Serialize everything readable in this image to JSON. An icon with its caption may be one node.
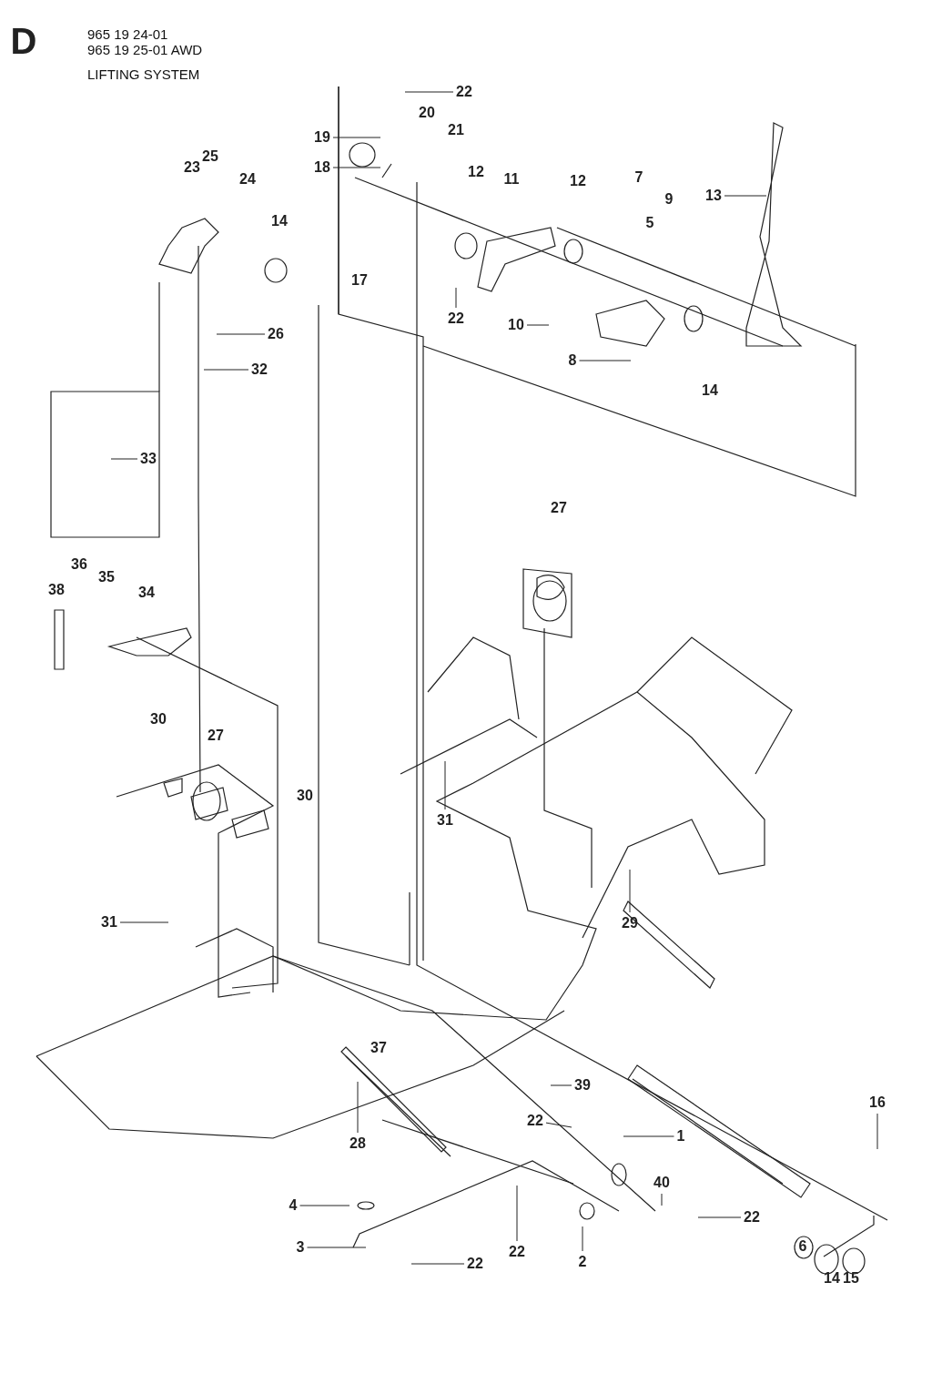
{
  "diagram": {
    "title": "LIFTING SYSTEM",
    "nodes": [
      {
        "text": [
          "22"
        ]
      },
      {
        "text": [
          "19"
        ]
      },
      {
        "text": [
          "18"
        ]
      },
      {
        "text": [
          "13"
        ]
      },
      {
        "text": [
          "10"
        ]
      },
      {
        "text": [
          "8"
        ]
      },
      {
        "text": [
          "26"
        ]
      },
      {
        "text": [
          "32"
        ]
      },
      {
        "text": [
          "33"
        ]
      },
      {
        "text": [
          "31"
        ]
      },
      {
        "text": [
          "31"
        ]
      },
      {
        "text": [
          "29"
        ]
      },
      {
        "text": [
          "28"
        ]
      },
      {
        "text": [
          "39"
        ]
      },
      {
        "text": [
          "22"
        ]
      },
      {
        "text": [
          "1"
        ]
      },
      {
        "text": [
          "22"
        ]
      },
      {
        "text": [
          "4"
        ]
      },
      {
        "text": [
          "3"
        ]
      },
      {
        "text": [
          "22"
        ]
      },
      {
        "text": [
          "22"
        ]
      },
      {
        "text": [
          "2"
        ]
      },
      {
        "text": [
          "16"
        ]
      },
      {
        "text": [
          "40"
        ]
      },
      {
        "text": [
          "22"
        ]
      }
    ],
    "edges": [
      {
        "from": 0,
        "to": null,
        "arrow": "none"
      },
      {
        "from": 1,
        "to": null,
        "arrow": "none"
      },
      {
        "from": 2,
        "to": null,
        "arrow": "none"
      },
      {
        "from": 3,
        "to": null,
        "arrow": "none"
      },
      {
        "from": 4,
        "to": null,
        "arrow": "none"
      },
      {
        "from": 5,
        "to": null,
        "arrow": "none"
      },
      {
        "from": 6,
        "to": null,
        "arrow": "none"
      },
      {
        "from": 7,
        "to": null,
        "arrow": "none"
      },
      {
        "from": 8,
        "to": null,
        "arrow": "none"
      },
      {
        "from": 9,
        "to": null,
        "arrow": "none"
      },
      {
        "from": 10,
        "to": null,
        "arrow": "none"
      },
      {
        "from": 11,
        "to": null,
        "arrow": "none"
      },
      {
        "from": 12,
        "to": null,
        "arrow": "none"
      },
      {
        "from": 13,
        "to": null,
        "arrow": "none"
      },
      {
        "from": 14,
        "to": null,
        "arrow": "none"
      },
      {
        "from": 15,
        "to": null,
        "arrow": "none"
      },
      {
        "from": 16,
        "to": null,
        "arrow": "none"
      },
      {
        "from": 17,
        "to": null,
        "arrow": "none"
      },
      {
        "from": 18,
        "to": null,
        "arrow": "none"
      },
      {
        "from": 19,
        "to": null,
        "arrow": "none"
      },
      {
        "from": 20,
        "to": null,
        "arrow": "none"
      },
      {
        "from": 21,
        "to": null,
        "arrow": "none"
      },
      {
        "from": 22,
        "to": null,
        "arrow": "none"
      },
      {
        "from": 23,
        "to": null,
        "arrow": "none"
      },
      {
        "from": 24,
        "to": null,
        "arrow": "none"
      }
    ],
    "labels": [
      "D",
      "965 19 24-01",
      "965 19 25-01 AWD",
      "20",
      "21",
      "25",
      "12",
      "11",
      "12",
      "7",
      "9",
      "23",
      "24",
      "14",
      "5",
      "17",
      "14",
      "27",
      "36",
      "35",
      "38",
      "34",
      "30",
      "27",
      "30",
      "37",
      "6",
      "14",
      "15"
    ]
  }
}
